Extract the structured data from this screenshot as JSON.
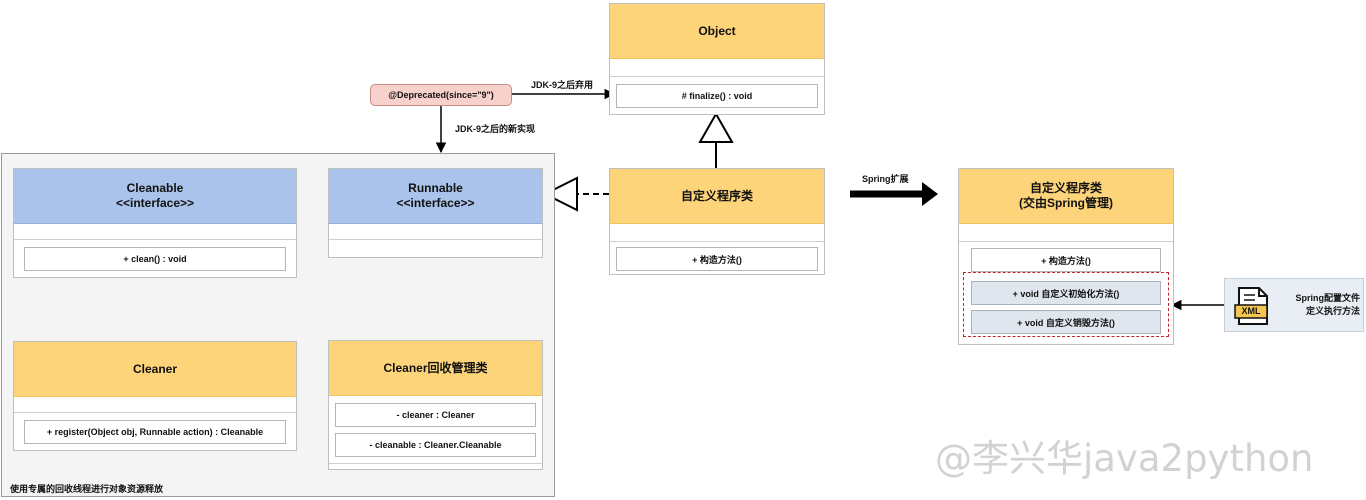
{
  "classes": {
    "object": {
      "name": "Object",
      "method": "# finalize() : void"
    },
    "custom": {
      "name": "自定义程序类",
      "method": "+ 构造方法()"
    },
    "cleanable": {
      "name": "Cleanable",
      "stereotype": "<<interface>>",
      "method": "+ clean() : void"
    },
    "runnable": {
      "name": "Runnable",
      "stereotype": "<<interface>>"
    },
    "cleaner": {
      "name": "Cleaner",
      "method": "+ register(Object obj, Runnable action) : Cleanable"
    },
    "cleaner_manager": {
      "name": "Cleaner回收管理类",
      "fields": [
        "- cleaner : Cleaner",
        "- cleanable : Cleaner.Cleanable"
      ]
    },
    "spring_custom": {
      "name_line1": "自定义程序类",
      "name_line2": "(交由Spring管理)",
      "methods": [
        "+ 构造方法()",
        "+ void 自定义初始化方法()",
        "+ void 自定义销毁方法()"
      ]
    }
  },
  "note": {
    "text": "@Deprecated(since=\"9\")"
  },
  "labels": {
    "deprecated_after_jdk9": "JDK-9之后弃用",
    "new_impl_after_jdk9": "JDK-9之后的新实现",
    "spring_extension": "Spring扩展",
    "xml_line1": "Spring配置文件",
    "xml_line2": "定义执行方法",
    "xml_icon": "XML",
    "composition_symbol": "+"
  },
  "group_label": "使用专属的回收线程进行对象资源释放",
  "watermark": "@李兴华java2python",
  "colors": {
    "class_header_orange": "#fdd47a",
    "interface_header_blue": "#a9c3ea",
    "note_pink": "#f8d0cc",
    "selection_red": "#c4202f"
  }
}
